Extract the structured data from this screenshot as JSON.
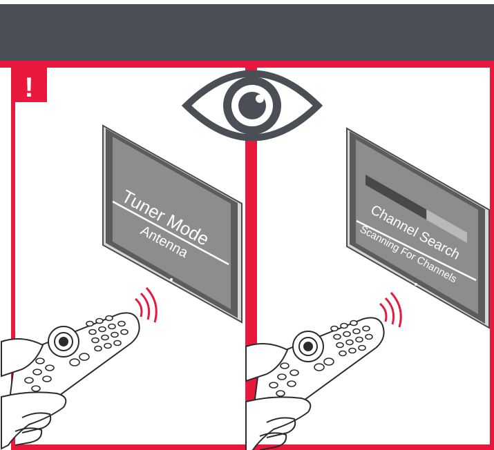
{
  "header": {
    "background": "#4a4e55"
  },
  "warning_badge": {
    "symbol": "!",
    "icon": "exclamation-icon"
  },
  "center_icon": {
    "name": "eye-icon"
  },
  "colors": {
    "frame": "#e8193c",
    "screen": "#7b7b7e",
    "bezel": "#4a4a4d",
    "line": "#2b2b2b"
  },
  "panels": [
    {
      "id": "left",
      "tv_title": "Tuner Mode",
      "tv_subtitle": "Antenna",
      "progress": null
    },
    {
      "id": "right",
      "tv_title": "Channel Search",
      "tv_subtitle": "Scanning For Channels",
      "progress": 0.6
    }
  ]
}
